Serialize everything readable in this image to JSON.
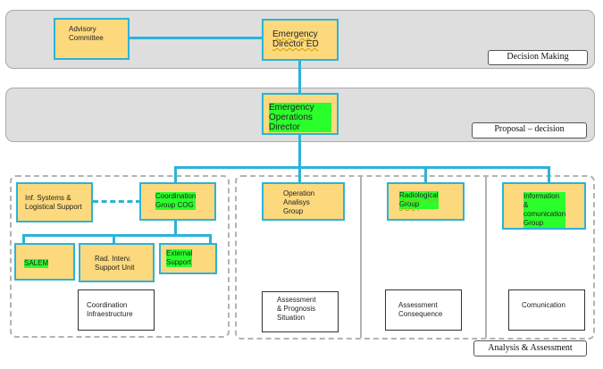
{
  "bands": {
    "decision_label": "Decision Making",
    "proposal_label": "Proposal – decision"
  },
  "nodes": {
    "advisory_committee": "Advisory\nCommittee",
    "emergency_director": "Emergency\nDirector  ED",
    "operations_director": "Emergency\nOperations Director",
    "info_systems": "Inf.  Systems &\nLogistical Support",
    "coordination_group": "Coordination\nGroup COG",
    "operation_analysis": "Operation\nAnalisys\nGroup",
    "radiological_group": "Radiological\nGroup",
    "information_group": "Information  &\ncomunication\nGroup",
    "salem": "SALEM",
    "rad_interv": "Rad. Interv.\nSupport Unit",
    "external_support": "External\nSupport"
  },
  "outputs": {
    "coordination_infra": "Coordination\nInfraestructure",
    "assessment_prognosis": "Assessment\n& Prognosis\nSituation",
    "assessment_consequence": "Assessment\nConsequence",
    "comunication": "Comunication"
  },
  "footer": {
    "analysis_label": "Analysis & Assessment"
  },
  "colors": {
    "node_fill": "#fdd97e",
    "connector": "#2bb3d9",
    "highlight": "#2bff2b",
    "band": "#dedede"
  }
}
